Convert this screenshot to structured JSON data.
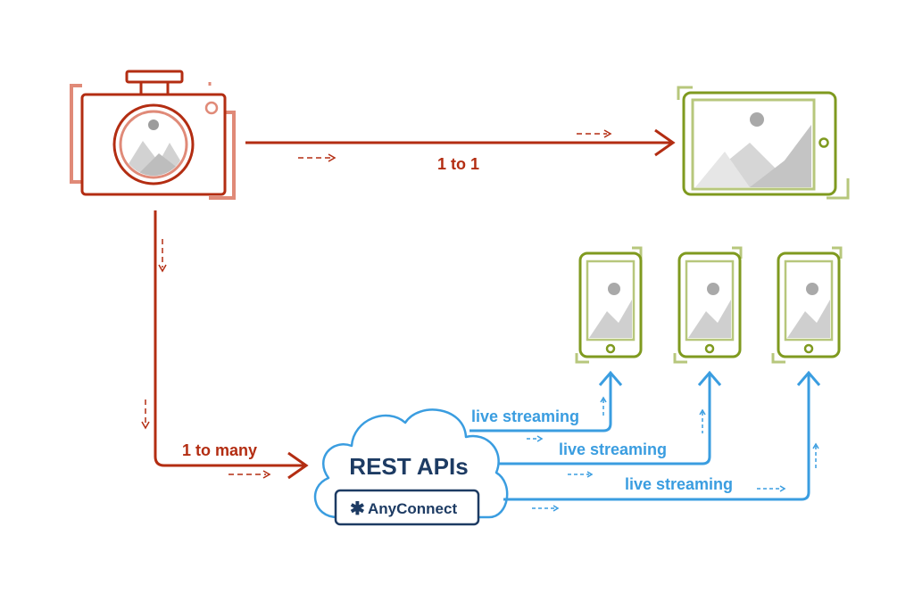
{
  "labels": {
    "one_to_one": "1 to 1",
    "one_to_many": "1 to many",
    "live_streaming_1": "live streaming",
    "live_streaming_2": "live streaming",
    "live_streaming_3": "live streaming"
  },
  "cloud": {
    "title": "REST APIs",
    "badge_symbol": "✱",
    "badge_text": "AnyConnect"
  },
  "icons": {
    "source": "camera-icon",
    "one_to_one_target": "tablet-icon",
    "one_to_many_targets": [
      "phone-icon",
      "phone-icon",
      "phone-icon"
    ],
    "hub": "cloud-icon"
  },
  "colors": {
    "red": "#b32d12",
    "red_light": "#e08a78",
    "green": "#7f9a1f",
    "green_light": "#b7c77c",
    "blue": "#3a9de0",
    "navy": "#1d3b63",
    "gray": "#c8c8c8",
    "gray_dark": "#a9a9a9"
  }
}
